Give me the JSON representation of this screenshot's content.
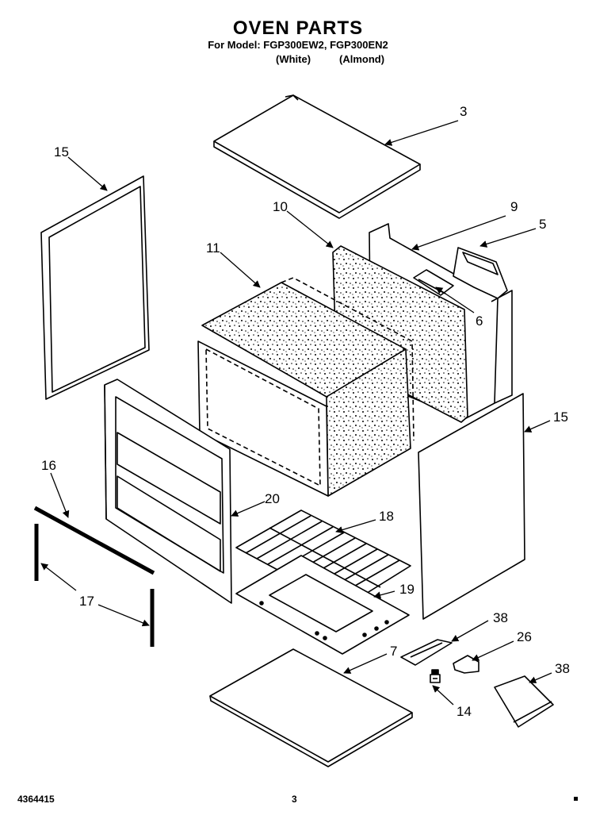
{
  "header": {
    "title": "OVEN PARTS",
    "model_line": "For Model: FGP300EW2, FGP300EN2",
    "variant_white": "(White)",
    "variant_almond": "(Almond)"
  },
  "callouts": {
    "c3": "3",
    "c15_left": "15",
    "c10": "10",
    "c9": "9",
    "c5": "5",
    "c11": "11",
    "c6": "6",
    "c15_right": "15",
    "c16": "16",
    "c20": "20",
    "c18": "18",
    "c17": "17",
    "c19": "19",
    "c38_top": "38",
    "c26": "26",
    "c7": "7",
    "c38_bottom": "38",
    "c14": "14"
  },
  "footer": {
    "doc_number": "4364415",
    "page_number": "3"
  }
}
